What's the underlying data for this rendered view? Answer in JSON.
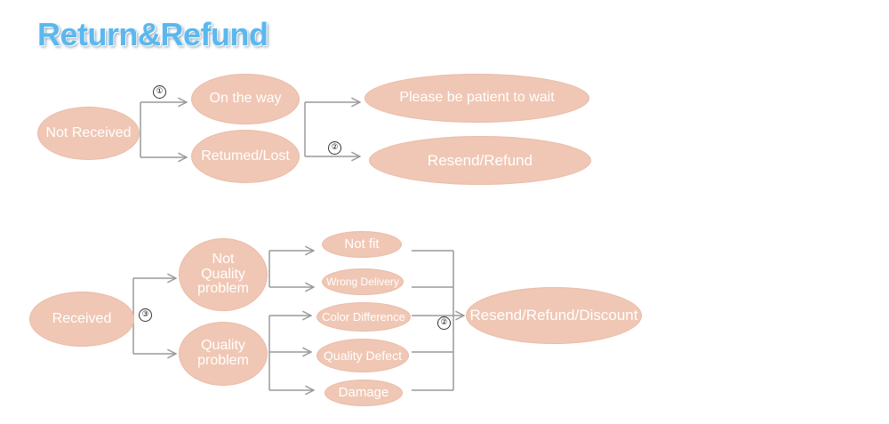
{
  "title": "Return&Refund",
  "nodes": {
    "not_received": "Not Received",
    "on_the_way": "On the way",
    "returned_lost": "Retumed/Lost",
    "please_wait": "Please be patient to wait",
    "resend_refund": "Resend/Refund",
    "received": "Received",
    "not_quality_problem": "Not\nQuality\nproblem",
    "quality_problem": "Quality\nproblem",
    "not_fit": "Not fit",
    "wrong_delivery": "Wrong Delivery",
    "color_difference": "Color Difference",
    "quality_defect": "Quality Defect",
    "damage": "Damage",
    "resend_refund_discount": "Resend/Refund/Discount"
  },
  "markers": {
    "m1": "①",
    "m2a": "②",
    "m2b": "②",
    "m3": "③"
  },
  "colors": {
    "title": "#5ab8ee",
    "node_fill": "#f0c7b4",
    "node_text": "#ffffff",
    "line": "#9a9a9a"
  }
}
